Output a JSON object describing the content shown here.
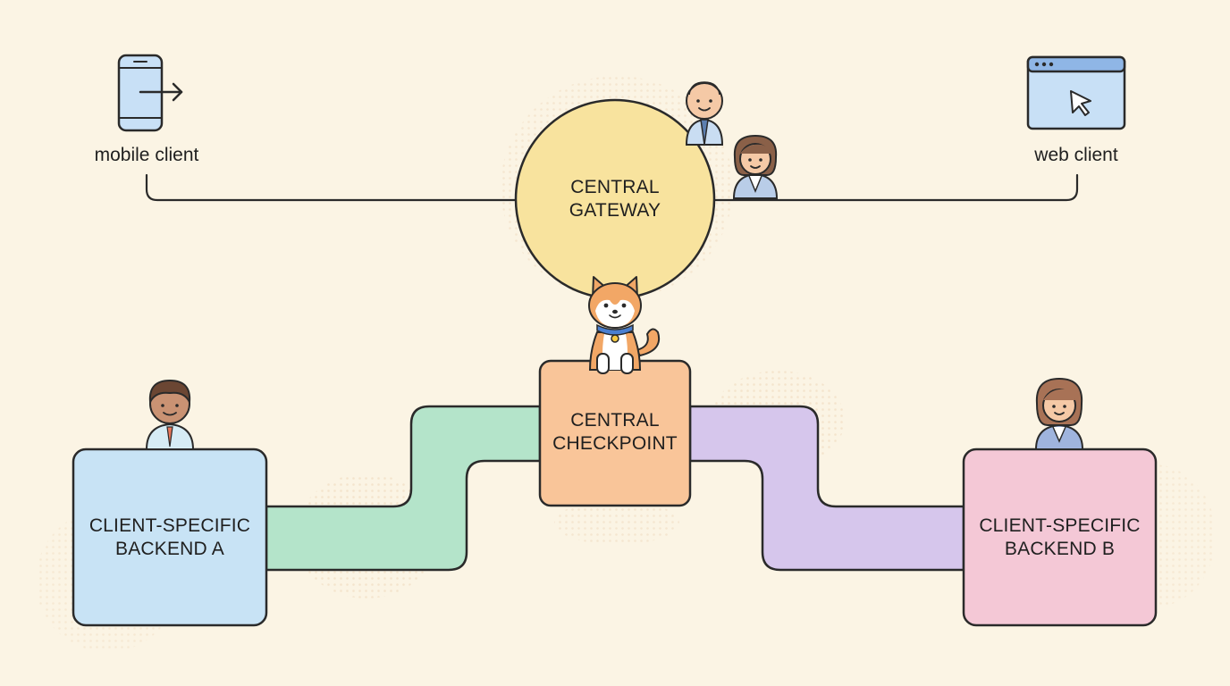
{
  "clients": {
    "mobile": {
      "label": "mobile client",
      "icon": "mobile-phone-icon"
    },
    "web": {
      "label": "web client",
      "icon": "browser-window-icon"
    }
  },
  "nodes": {
    "gateway": {
      "line1": "CENTRAL",
      "line2": "GATEWAY",
      "color": "#f8e39e"
    },
    "checkpoint": {
      "line1": "CENTRAL",
      "line2": "CHECKPOINT",
      "color": "#f9c599"
    },
    "backend_a": {
      "line1": "CLIENT-SPECIFIC",
      "line2": "BACKEND A",
      "color": "#c8e3f5"
    },
    "backend_b": {
      "line1": "CLIENT-SPECIFIC",
      "line2": "BACKEND B",
      "color": "#f4c8d6"
    }
  },
  "connectors": {
    "left_color": "#b4e4ca",
    "right_color": "#d6c6ec"
  },
  "figures": {
    "mascot": "shiba-dog-icon",
    "people": [
      "bald-man-icon",
      "woman-icon",
      "man-with-tie-icon",
      "woman-icon"
    ]
  }
}
